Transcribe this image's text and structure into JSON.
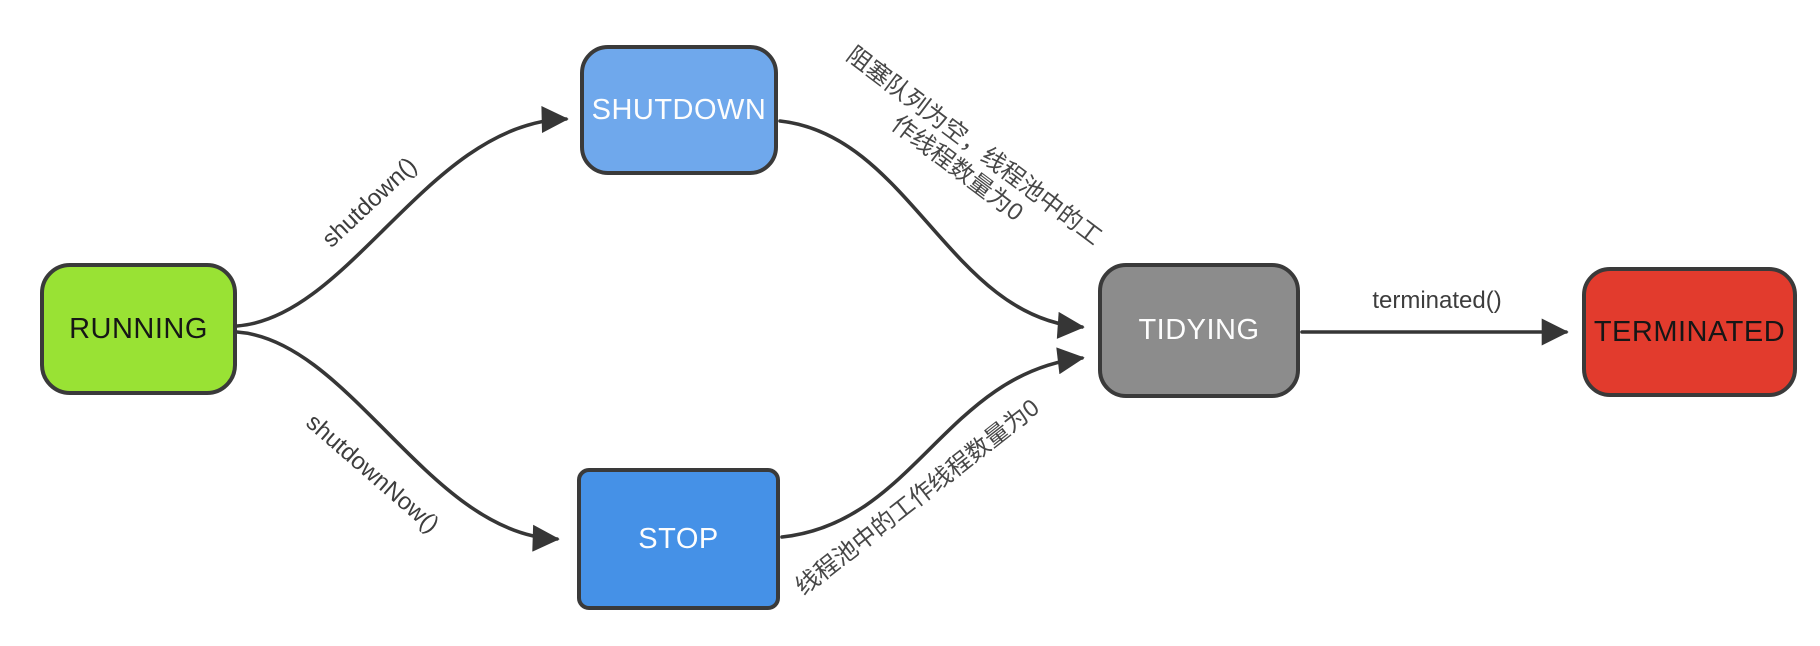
{
  "diagram": {
    "nodes": [
      {
        "id": "running",
        "label": "RUNNING",
        "fill": "#99E234",
        "text_color": "#161616"
      },
      {
        "id": "shutdown",
        "label": "SHUTDOWN",
        "fill": "#6FA8EC",
        "text_color": "#FDFDFD"
      },
      {
        "id": "stop",
        "label": "STOP",
        "fill": "#4591E7",
        "text_color": "#FDFDFD"
      },
      {
        "id": "tidying",
        "label": "TIDYING",
        "fill": "#8C8C8C",
        "text_color": "#FDFDFD"
      },
      {
        "id": "terminated",
        "label": "TERMINATED",
        "fill": "#E23B2D",
        "text_color": "#161616"
      }
    ],
    "edges": [
      {
        "from": "RUNNING",
        "to": "SHUTDOWN",
        "label": "shutdown()"
      },
      {
        "from": "RUNNING",
        "to": "STOP",
        "label": "shutdownNow()"
      },
      {
        "from": "SHUTDOWN",
        "to": "TIDYING",
        "label": "阻塞队列为空，线程池中的工作线程数量为0",
        "label_line1": "阻塞队列为空，线程池中的工",
        "label_line2": "作线程数量为0"
      },
      {
        "from": "STOP",
        "to": "TIDYING",
        "label": "线程池中的工作线程数量为0"
      },
      {
        "from": "TIDYING",
        "to": "TERMINATED",
        "label": "terminated()"
      }
    ],
    "colors": {
      "background": "#ffffff",
      "edge_stroke": "#363636",
      "node_border": "#3a3a3a",
      "edge_label": "#3d3d3d"
    }
  }
}
